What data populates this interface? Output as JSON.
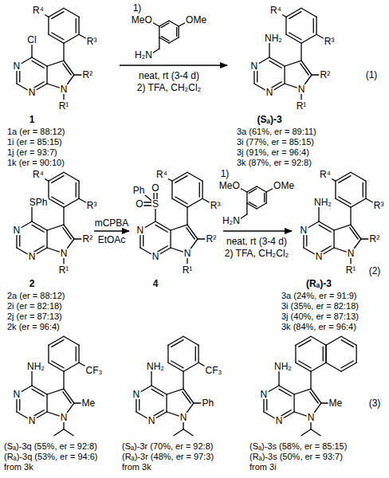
{
  "diagram": {
    "labels": [
      "R⁴",
      "Cl",
      "N",
      "N",
      "R³",
      "R²",
      "N",
      "R¹",
      "1",
      "1a (er = 88:12)",
      "1i (er = 85:15)",
      "1j (er = 93:7)",
      "1k (er = 90:10)",
      "1)",
      "MeO",
      "OMe",
      "H₂N",
      "neat, rt (3-4 d)",
      "2) TFA, CH₂Cl₂",
      "R⁴",
      "NH₂",
      "N",
      "N",
      "R³",
      "R²",
      "N",
      "R¹",
      "(Sₐ)-3",
      "3a (61%, er = 89:11)",
      "3i (77%, er = 85:15)",
      "3j (91%, er = 96:4)",
      "3k (87%, er = 92:8)",
      "(1)",
      "R⁴",
      "SPh",
      "N",
      "N",
      "R³",
      "R²",
      "N",
      "R¹",
      "2",
      "2a (er = 88:12)",
      "2i (er = 82:18)",
      "2j (er = 87:13)",
      "2k (er = 96:4)",
      "mCPBA",
      "EtOAc",
      "R⁴",
      "O",
      "S",
      "O",
      "Ph",
      "N",
      "N",
      "R³",
      "R²",
      "N",
      "R¹",
      "4",
      "1)",
      "MeO",
      "OMe",
      "H₂N",
      "neat, rt (3-4 d)",
      "2) TFA, CH₂Cl₂",
      "R⁴",
      "NH₂",
      "N",
      "N",
      "R³",
      "R²",
      "N",
      "R¹",
      "(Rₐ)-3",
      "3a (24%, er = 91:9)",
      "3i (35%, er = 82:18)",
      "3j (40%, er = 87:13)",
      "3k (84%, er = 96:4)",
      "(2)",
      "NH₂",
      "N",
      "N",
      "CF₃",
      "Me",
      "N",
      "(Sₐ)-3q (55%, er = 92:8)",
      "(Rₐ)-3q (53%, er = 94:6)",
      "from 3k",
      "NH₂",
      "N",
      "N",
      "CF₃",
      "Ph",
      "N",
      "(Sₐ)-3r (70%, er = 92:8)",
      "(Rₐ)-3r (48%, er = 97:3)",
      "from 3k",
      "NH₂",
      "N",
      "N",
      "Me",
      "N",
      "(Sₐ)-3s (58%, er = 85:15)",
      "(Rₐ)-3s (50%, er = 93:7)",
      "from 3i",
      "(3)"
    ]
  }
}
